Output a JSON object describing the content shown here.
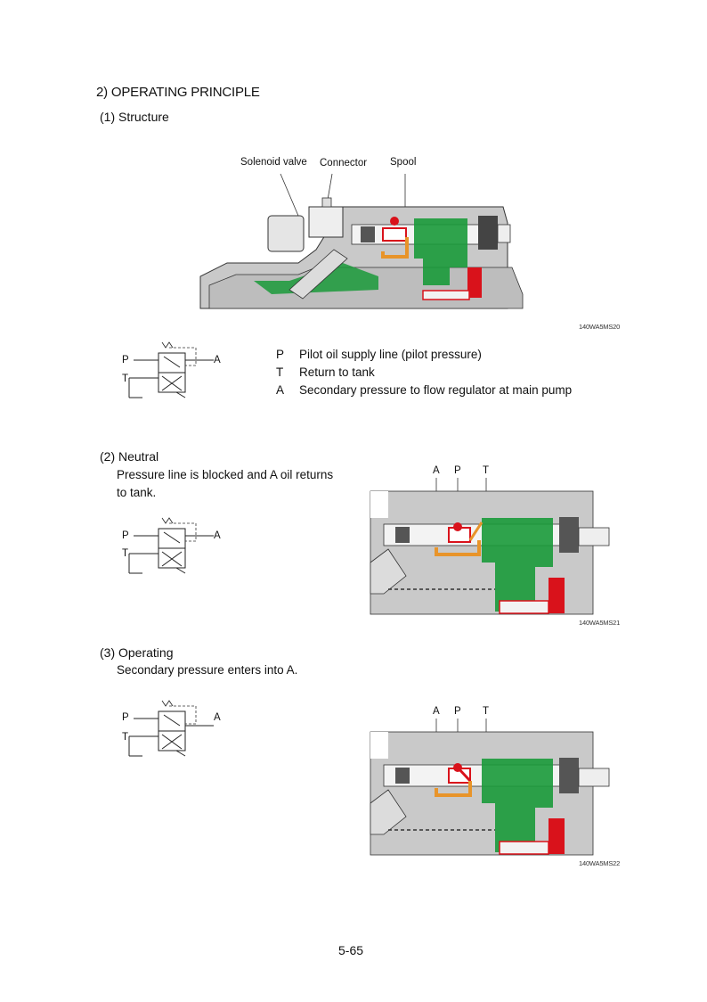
{
  "section_title": "2) OPERATING PRINCIPLE",
  "structure": {
    "heading": "(1) Structure",
    "callouts": {
      "solenoid": "Solenoid valve",
      "connector": "Connector",
      "spool": "Spool"
    },
    "figure_code": "140WA5MS20",
    "symbol": {
      "p": "P",
      "t": "T",
      "a": "A"
    },
    "legend": [
      {
        "key": "P",
        "text": "Pilot oil supply line (pilot pressure)"
      },
      {
        "key": "T",
        "text": "Return to tank"
      },
      {
        "key": "A",
        "text": "Secondary pressure to flow regulator at main pump"
      }
    ]
  },
  "neutral": {
    "heading": "(2) Neutral",
    "description": "Pressure line is blocked and A oil returns to tank.",
    "symbol": {
      "p": "P",
      "t": "T",
      "a": "A"
    },
    "ports": {
      "a": "A",
      "p": "P",
      "t": "T"
    },
    "figure_code": "140WA5MS21"
  },
  "operating": {
    "heading": "(3) Operating",
    "description": "Secondary pressure enters into A.",
    "symbol": {
      "p": "P",
      "t": "T",
      "a": "A"
    },
    "ports": {
      "a": "A",
      "p": "P",
      "t": "T"
    },
    "figure_code": "140WA5MS22"
  },
  "page_number": "5-65",
  "colors": {
    "pressure": "#d9121b",
    "return": "#1a9a3a",
    "secondary": "#e8942a",
    "casing": "#c9c9c9"
  }
}
